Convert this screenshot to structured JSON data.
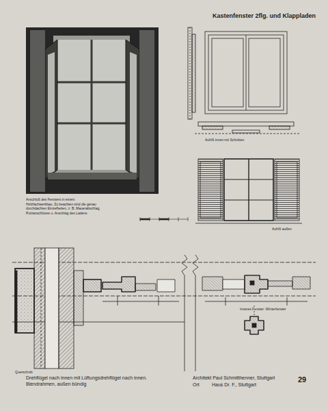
{
  "diagram": {
    "title": "Kastenfenster 2flg. und Klappladen",
    "labels": [
      "Anschluß des Fensters in einem Holzfachwerkbau. Zu beachten sind die genau durchdachten Einzelheiten, z. B. Mauerabschlag, Putzanschlüsse u. Anschlag des Ladens",
      "Aufriß innen mit Schnitten",
      "Aufriß außen",
      "Inneres Fenster: Winterfenster",
      "Querschnitt",
      "Drehflügel nach innen mit Lüftungsdrehflügel nach innen. Blendrahmen, außen bündig",
      "Architekt Paul Schmitthenner, Stuttgart",
      "Ort",
      "Haus Dr. F., Stuttgart",
      "29"
    ]
  }
}
